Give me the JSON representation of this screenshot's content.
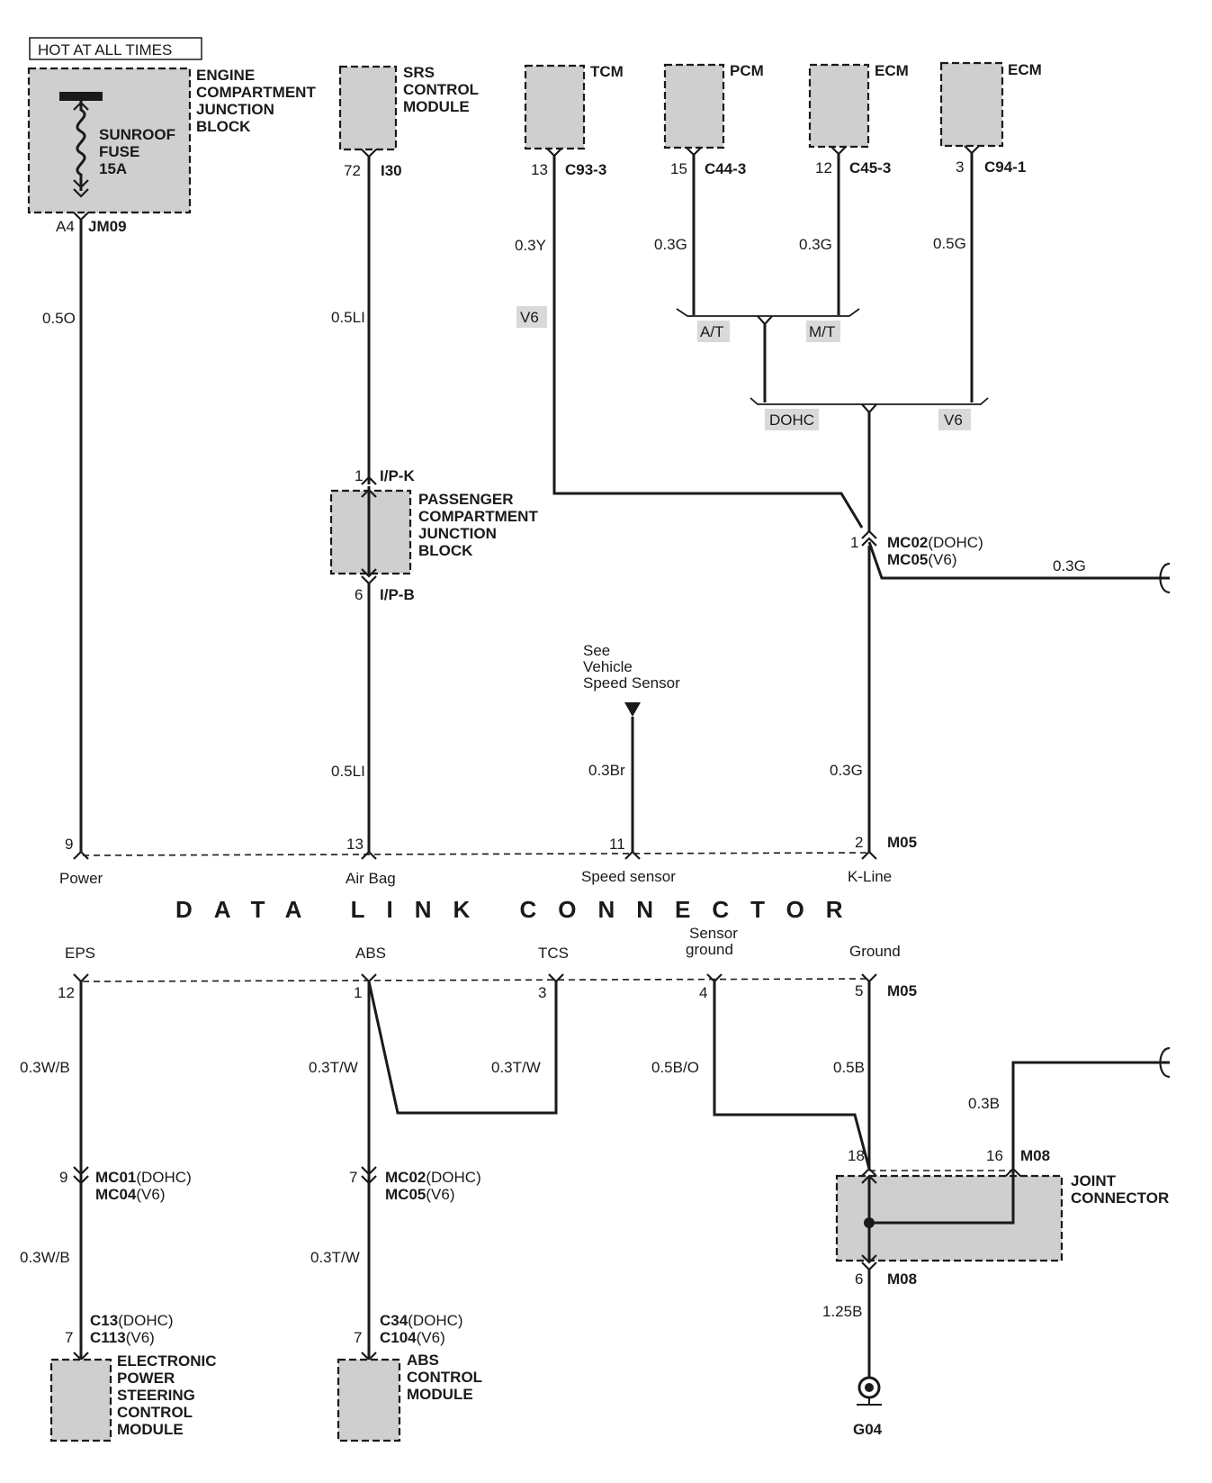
{
  "header": {
    "hot_label": "HOT AT ALL TIMES"
  },
  "modules": {
    "engine_jb": {
      "lines": [
        "ENGINE",
        "COMPARTMENT",
        "JUNCTION",
        "BLOCK"
      ]
    },
    "fuse": {
      "lines": [
        "SUNROOF",
        "FUSE",
        "15A"
      ]
    },
    "srs": {
      "lines": [
        "SRS",
        "CONTROL",
        "MODULE"
      ]
    },
    "tcm": {
      "name": "TCM"
    },
    "pcm": {
      "name": "PCM"
    },
    "ecm1": {
      "name": "ECM"
    },
    "ecm2": {
      "name": "ECM"
    },
    "passenger_jb": {
      "lines": [
        "PASSENGER",
        "COMPARTMENT",
        "JUNCTION",
        "BLOCK"
      ]
    },
    "eps": {
      "lines": [
        "ELECTRONIC",
        "POWER",
        "STEERING",
        "CONTROL",
        "MODULE"
      ]
    },
    "abs": {
      "lines": [
        "ABS",
        "CONTROL",
        "MODULE"
      ]
    },
    "joint": {
      "lines": [
        "JOINT",
        "CONNECTOR"
      ]
    }
  },
  "connectors": {
    "jm09": {
      "pin": "A4",
      "name": "JM09"
    },
    "i30": {
      "pin": "72",
      "name": "I30"
    },
    "c93": {
      "pin": "13",
      "name": "C93-3"
    },
    "c44": {
      "pin": "15",
      "name": "C44-3"
    },
    "c45": {
      "pin": "12",
      "name": "C45-3"
    },
    "c94": {
      "pin": "3",
      "name": "C94-1"
    },
    "ipk": {
      "pin": "1",
      "name": "I/P-K"
    },
    "ipb": {
      "pin": "6",
      "name": "I/P-B"
    },
    "mc02_top": {
      "pin": "1",
      "name1": "MC02",
      "var1": "(DOHC)",
      "name2": "MC05",
      "var2": "(V6)"
    },
    "m05_top": {
      "pin": "2",
      "name": "M05"
    },
    "m05_bottom": {
      "pin": "5",
      "name": "M05"
    },
    "mc01": {
      "pin": "9",
      "name1": "MC01",
      "var1": "(DOHC)",
      "name2": "MC04",
      "var2": "(V6)"
    },
    "mc02_bottom": {
      "pin": "7",
      "name1": "MC02",
      "var1": "(DOHC)",
      "name2": "MC05",
      "var2": "(V6)"
    },
    "c13": {
      "pin": "7",
      "name1": "C13",
      "var1": "(DOHC)",
      "name2": "C113",
      "var2": "(V6)"
    },
    "c34": {
      "pin": "7",
      "name1": "C34",
      "var1": "(DOHC)",
      "name2": "C104",
      "var2": "(V6)"
    },
    "m08_18": {
      "pin": "18"
    },
    "m08_16": {
      "pin": "16",
      "name": "M08"
    },
    "m08_6": {
      "pin": "6",
      "name": "M08"
    },
    "ground": {
      "name": "G04"
    }
  },
  "wires": {
    "w_05o": "0.5O",
    "w_05li_top": "0.5LI",
    "w_05li_bot": "0.5LI",
    "w_03y": "0.3Y",
    "w_03g_pcm": "0.3G",
    "w_03g_ecm": "0.3G",
    "w_05g": "0.5G",
    "w_03g_right": "0.3G",
    "w_03br": "0.3Br",
    "w_03g_kline": "0.3G",
    "w_03wb_top": "0.3W/B",
    "w_03wb_bot": "0.3W/B",
    "w_03tw_abs": "0.3T/W",
    "w_03tw_tcs": "0.3T/W",
    "w_03tw_bot": "0.3T/W",
    "w_05bo": "0.5B/O",
    "w_05b": "0.5B",
    "w_03b": "0.3B",
    "w_125b": "1.25B"
  },
  "variants": {
    "v6_left": "V6",
    "at": "A/T",
    "mt": "M/T",
    "dohc": "DOHC",
    "v6_right": "V6"
  },
  "speed_sensor_ref": [
    "See",
    "Vehicle",
    "Speed Sensor"
  ],
  "dlc": {
    "title": "DATA LINK CONNECTOR",
    "upper": [
      {
        "pin": "9",
        "label": "Power"
      },
      {
        "pin": "13",
        "label": "Air Bag"
      },
      {
        "pin": "11",
        "label": "Speed sensor"
      },
      {
        "pin": "2",
        "label": "K-Line"
      }
    ],
    "lower": [
      {
        "pin": "12",
        "label": "EPS"
      },
      {
        "pin": "1",
        "label": "ABS"
      },
      {
        "pin": "3",
        "label": "TCS"
      },
      {
        "pin": "4",
        "label": "Sensor ground"
      },
      {
        "pin": "5",
        "label": "Ground"
      }
    ]
  }
}
